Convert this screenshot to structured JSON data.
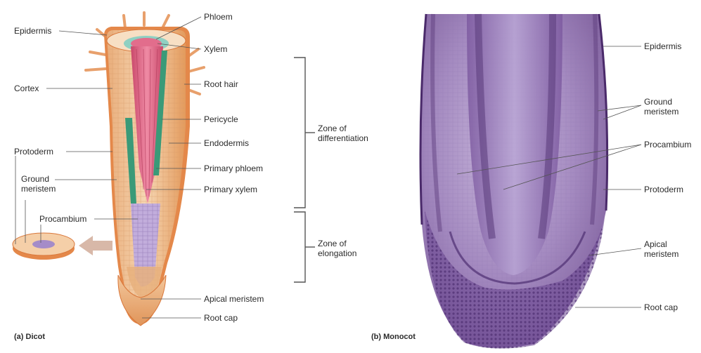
{
  "panel_a": {
    "caption": "(a) Dicot",
    "labels": {
      "epidermis": "Epidermis",
      "phloem": "Phloem",
      "xylem": "Xylem",
      "cortex": "Cortex",
      "root_hair": "Root hair",
      "pericycle": "Pericycle",
      "endodermis": "Endodermis",
      "protoderm": "Protoderm",
      "primary_phloem": "Primary phloem",
      "ground_meristem": "Ground\nmeristem",
      "primary_xylem": "Primary xylem",
      "procambium": "Procambium",
      "apical_meristem": "Apical meristem",
      "root_cap": "Root cap"
    }
  },
  "zones": {
    "differentiation": "Zone of\ndifferentiation",
    "elongation": "Zone of\nelongation"
  },
  "panel_b": {
    "caption": "(b) Monocot",
    "labels": {
      "epidermis": "Epidermis",
      "ground_meristem": "Ground\nmeristem",
      "procambium": "Procambium",
      "protoderm": "Protoderm",
      "apical_meristem": "Apical\nmeristem",
      "root_cap": "Root cap"
    }
  },
  "colors": {
    "cortex": "#f2c9a0",
    "epidermis_edge": "#d9773a",
    "xylem": "#d9607a",
    "phloem_strand": "#3a9a78",
    "procambium": "#b8a0d0",
    "micrograph_base": "#9c7cb4",
    "micrograph_dark": "#5a3a7a"
  }
}
